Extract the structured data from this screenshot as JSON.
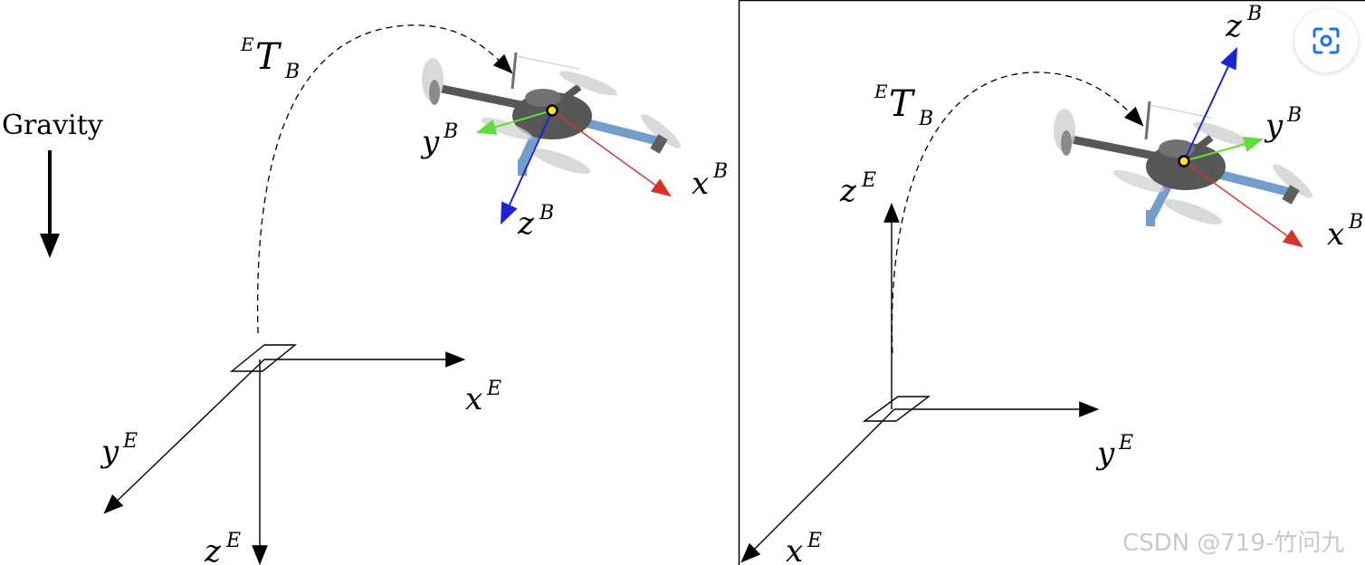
{
  "gravity_label": "Gravity",
  "left_panel": {
    "transform_label": {
      "sup": "E",
      "base": "T",
      "sub": "B"
    },
    "earth_axes": {
      "x": {
        "base": "x",
        "sup": "E"
      },
      "y": {
        "base": "y",
        "sup": "E"
      },
      "z": {
        "base": "z",
        "sup": "E"
      }
    },
    "body_axes": {
      "x": {
        "base": "x",
        "sup": "B"
      },
      "y": {
        "base": "y",
        "sup": "B"
      },
      "z": {
        "base": "z",
        "sup": "B"
      }
    }
  },
  "right_panel": {
    "transform_label": {
      "sup": "E",
      "base": "T",
      "sub": "B"
    },
    "earth_axes": {
      "x": {
        "base": "x",
        "sup": "E"
      },
      "y": {
        "base": "y",
        "sup": "E"
      },
      "z": {
        "base": "z",
        "sup": "E"
      }
    },
    "body_axes": {
      "x": {
        "base": "x",
        "sup": "B"
      },
      "y": {
        "base": "y",
        "sup": "B"
      },
      "z": {
        "base": "z",
        "sup": "B"
      }
    }
  },
  "watermark": "CSDN @719-竹问九",
  "colors": {
    "x_body_axis": "#d8322a",
    "y_body_axis": "#5de03a",
    "z_body_axis": "#1c24d6",
    "drone_frame": "#3a3a3a",
    "drone_arm_accent": "#5b8ec4",
    "lens_icon": "#1a73e8"
  },
  "icons": {
    "lens_button": "visual-search-icon"
  }
}
